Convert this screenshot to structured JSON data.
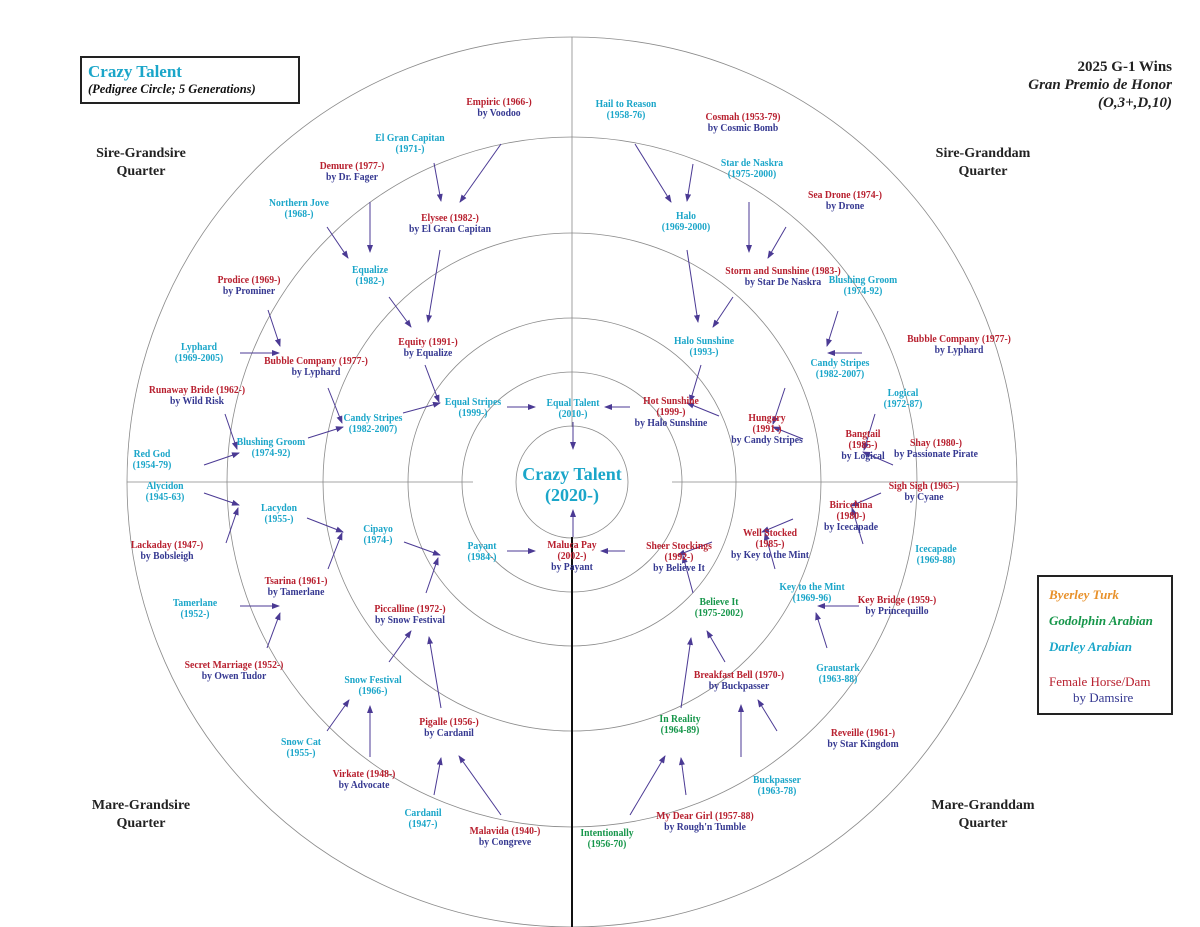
{
  "title": {
    "name": "Crazy Talent",
    "subtitle": "(Pedigree Circle; 5 Generations)"
  },
  "race": {
    "line1": "2025 G-1 Wins",
    "line2": "Gran Premio de Honor",
    "line3": "(O,3+,D,10)"
  },
  "subject": {
    "name": "Crazy Talent",
    "dates": "(2020-)"
  },
  "quarters": [
    {
      "line1": "Sire-Grandsire",
      "line2": "Quarter"
    },
    {
      "line1": "Sire-Granddam",
      "line2": "Quarter"
    },
    {
      "line1": "Mare-Grandsire",
      "line2": "Quarter"
    },
    {
      "line1": "Mare-Granddam",
      "line2": "Quarter"
    }
  ],
  "legend": {
    "byerley": "Byerley Turk",
    "godolphin": "Godolphin Arabian",
    "darley": "Darley Arabian",
    "female": "Female Horse/Dam",
    "damsire": "by Damsire"
  },
  "colors": {
    "female": "#b8202f",
    "damsire": "#353891",
    "darley": "#1ba6c9",
    "godolphin": "#16964a",
    "byerley": "#e8912b"
  },
  "nodes": [
    {
      "type": "darley",
      "lines": [
        "Equal Talent",
        "(2010-)"
      ]
    },
    {
      "type": "female",
      "lines": [
        "Maluca Pay",
        "(2002-)",
        "by Payant"
      ]
    },
    {
      "type": "darley",
      "lines": [
        "Equal Stripes",
        "(1999-)"
      ]
    },
    {
      "type": "female",
      "lines": [
        "Hot Sunshine",
        "(1999-)",
        "by Halo Sunshine"
      ]
    },
    {
      "type": "darley",
      "lines": [
        "Payant",
        "(1984-)"
      ]
    },
    {
      "type": "female",
      "lines": [
        "Sheer Stockings",
        "(1992-)",
        "by Believe It"
      ]
    },
    {
      "type": "female",
      "lines": [
        "Equity (1991-)",
        "by Equalize"
      ]
    },
    {
      "type": "darley",
      "lines": [
        "Candy Stripes",
        "(1982-2007)"
      ]
    },
    {
      "type": "darley",
      "lines": [
        "Halo Sunshine",
        "(1993-)"
      ]
    },
    {
      "type": "female",
      "lines": [
        "Hungary",
        "(1991-)",
        "by Candy Stripes"
      ]
    },
    {
      "type": "darley",
      "lines": [
        "Cipayo",
        "(1974-)"
      ]
    },
    {
      "type": "female",
      "lines": [
        "Piccalline (1972-)",
        "by Snow Festival"
      ]
    },
    {
      "type": "female",
      "lines": [
        "Well Stocked",
        "(1985-)",
        "by Key to the Mint"
      ]
    },
    {
      "type": "godolphin",
      "lines": [
        "Believe It",
        "(1975-2002)"
      ]
    },
    {
      "type": "female",
      "lines": [
        "Elysee (1982-)",
        "by El Gran Capitan"
      ]
    },
    {
      "type": "darley",
      "lines": [
        "Equalize",
        "(1982-)"
      ]
    },
    {
      "type": "female",
      "lines": [
        "Bubble Company (1977-)",
        "by Lyphard"
      ]
    },
    {
      "type": "darley",
      "lines": [
        "Blushing Groom",
        "(1974-92)"
      ]
    },
    {
      "type": "darley",
      "lines": [
        "Halo",
        "(1969-2000)"
      ]
    },
    {
      "type": "female",
      "lines": [
        "Storm and Sunshine (1983-)",
        "by Star De Naskra"
      ]
    },
    {
      "type": "darley",
      "lines": [
        "Candy Stripes",
        "(1982-2007)"
      ]
    },
    {
      "type": "female",
      "lines": [
        "Bangtail",
        "(1985-)",
        "by Logical"
      ]
    },
    {
      "type": "darley",
      "lines": [
        "Lacydon",
        "(1955-)"
      ]
    },
    {
      "type": "female",
      "lines": [
        "Tsarina (1961-)",
        "by Tamerlane"
      ]
    },
    {
      "type": "darley",
      "lines": [
        "Snow Festival",
        "(1966-)"
      ]
    },
    {
      "type": "female",
      "lines": [
        "Pigalle (1956-)",
        "by Cardanil"
      ]
    },
    {
      "type": "female",
      "lines": [
        "Biricchina",
        "(1980-)",
        "by Icecapade"
      ]
    },
    {
      "type": "darley",
      "lines": [
        "Key to the Mint",
        "(1969-96)"
      ]
    },
    {
      "type": "female",
      "lines": [
        "Breakfast Bell (1970-)",
        "by Buckpasser"
      ]
    },
    {
      "type": "godolphin",
      "lines": [
        "In Reality",
        "(1964-89)"
      ]
    },
    {
      "type": "female",
      "lines": [
        "Empiric (1966-)",
        "by Voodoo"
      ]
    },
    {
      "type": "darley",
      "lines": [
        "El Gran Capitan",
        "(1971-)"
      ]
    },
    {
      "type": "female",
      "lines": [
        "Demure (1977-)",
        "by Dr. Fager"
      ]
    },
    {
      "type": "darley",
      "lines": [
        "Northern Jove",
        "(1968-)"
      ]
    },
    {
      "type": "female",
      "lines": [
        "Prodice (1969-)",
        "by Prominer"
      ]
    },
    {
      "type": "darley",
      "lines": [
        "Lyphard",
        "(1969-2005)"
      ]
    },
    {
      "type": "female",
      "lines": [
        "Runaway Bride (1962-)",
        "by Wild Risk"
      ]
    },
    {
      "type": "darley",
      "lines": [
        "Red God",
        "(1954-79)"
      ]
    },
    {
      "type": "darley",
      "lines": [
        "Hail to Reason",
        "(1958-76)"
      ]
    },
    {
      "type": "female",
      "lines": [
        "Cosmah (1953-79)",
        "by Cosmic Bomb"
      ]
    },
    {
      "type": "darley",
      "lines": [
        "Star de Naskra",
        "(1975-2000)"
      ]
    },
    {
      "type": "female",
      "lines": [
        "Sea Drone (1974-)",
        "by Drone"
      ]
    },
    {
      "type": "darley",
      "lines": [
        "Blushing Groom",
        "(1974-92)"
      ]
    },
    {
      "type": "female",
      "lines": [
        "Bubble Company (1977-)",
        "by Lyphard"
      ]
    },
    {
      "type": "darley",
      "lines": [
        "Logical",
        "(1972-87)"
      ]
    },
    {
      "type": "female",
      "lines": [
        "Shay (1980-)",
        "by Passionate Pirate"
      ]
    },
    {
      "type": "darley",
      "lines": [
        "Alycidon",
        "(1945-63)"
      ]
    },
    {
      "type": "female",
      "lines": [
        "Lackaday (1947-)",
        "by Bobsleigh"
      ]
    },
    {
      "type": "darley",
      "lines": [
        "Tamerlane",
        "(1952-)"
      ]
    },
    {
      "type": "female",
      "lines": [
        "Secret Marriage (1952-)",
        "by Owen Tudor"
      ]
    },
    {
      "type": "darley",
      "lines": [
        "Snow Cat",
        "(1955-)"
      ]
    },
    {
      "type": "female",
      "lines": [
        "Virkate (1948-)",
        "by Advocate"
      ]
    },
    {
      "type": "darley",
      "lines": [
        "Cardanil",
        "(1947-)"
      ]
    },
    {
      "type": "female",
      "lines": [
        "Malavida (1940-)",
        "by Congreve"
      ]
    },
    {
      "type": "female",
      "lines": [
        "Sigh Sigh (1965-)",
        "by Cyane"
      ]
    },
    {
      "type": "darley",
      "lines": [
        "Icecapade",
        "(1969-88)"
      ]
    },
    {
      "type": "female",
      "lines": [
        "Key Bridge (1959-)",
        "by Princequillo"
      ]
    },
    {
      "type": "darley",
      "lines": [
        "Graustark",
        "(1963-88)"
      ]
    },
    {
      "type": "female",
      "lines": [
        "Reveille (1961-)",
        "by Star Kingdom"
      ]
    },
    {
      "type": "darley",
      "lines": [
        "Buckpasser",
        "(1963-78)"
      ]
    },
    {
      "type": "female",
      "lines": [
        "My Dear Girl (1957-88)",
        "by Rough'n Tumble"
      ]
    },
    {
      "type": "godolphin",
      "lines": [
        "Intentionally",
        "(1956-70)"
      ]
    }
  ]
}
